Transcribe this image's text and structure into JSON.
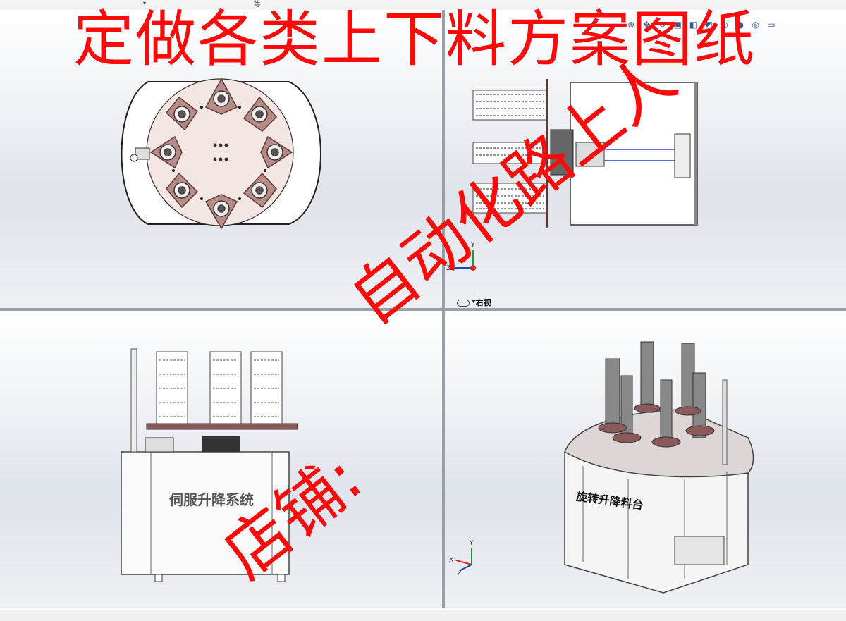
{
  "toolbar": {
    "tab_label": "等"
  },
  "watermark": {
    "headline": "定做各类上下料方案图纸",
    "diagonal_a": "自动化路上人",
    "diagonal_b": "店铺:"
  },
  "views": {
    "right": {
      "label": "*右视"
    },
    "front": {
      "panel_text": "伺服升降系统"
    },
    "iso": {
      "panel_text": "旋转升降料台"
    }
  },
  "axes": {
    "x": "X",
    "y": "Y",
    "z": "Z"
  },
  "hud_icons": [
    "search-icon",
    "zoom-icon",
    "pan-icon",
    "rotate-icon",
    "cube-icon",
    "section-icon",
    "display-icon",
    "hide-icon",
    "appearance-icon",
    "scene-icon",
    "monitor-icon"
  ],
  "colors": {
    "watermark": "#ff0a0a",
    "fixture": "#8a5a5a",
    "plate": "#f1e3e0",
    "frame": "#c9ccd1"
  }
}
